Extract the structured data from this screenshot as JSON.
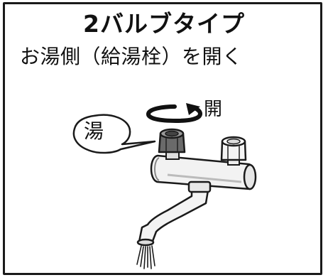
{
  "title": "2バルブタイプ",
  "subtitle": "お湯側（給湯栓）を開く",
  "illustration": {
    "open_label": "開",
    "hot_label": "湯",
    "icons": [
      "rotate-arrow-icon",
      "hot-water-valve-handle",
      "cold-water-valve-handle",
      "faucet-spout",
      "water-stream"
    ]
  }
}
